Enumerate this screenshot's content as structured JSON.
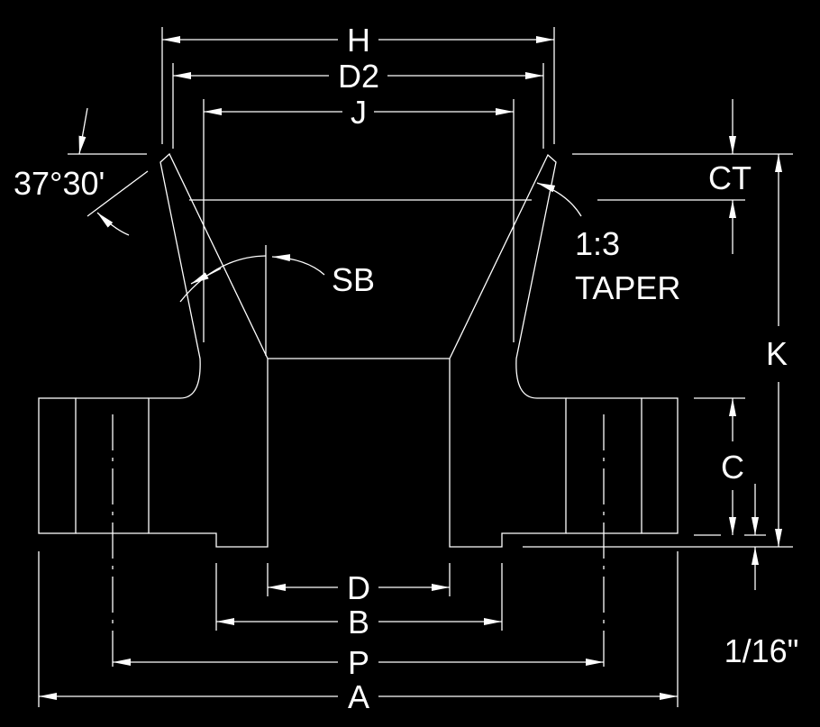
{
  "drawing": {
    "title": "Weld neck flange cross-section",
    "background_color": "#000000",
    "line_color": "#ffffff",
    "dimensions": {
      "H": "H",
      "D2": "D2",
      "J": "J",
      "CT": "CT",
      "K": "K",
      "C": "C",
      "D": "D",
      "B": "B",
      "P": "P",
      "A": "A",
      "SB": "SB",
      "angle": "37°30'",
      "taper_ratio": "1:3",
      "taper_label": "TAPER",
      "raised_face": "1/16\""
    }
  }
}
